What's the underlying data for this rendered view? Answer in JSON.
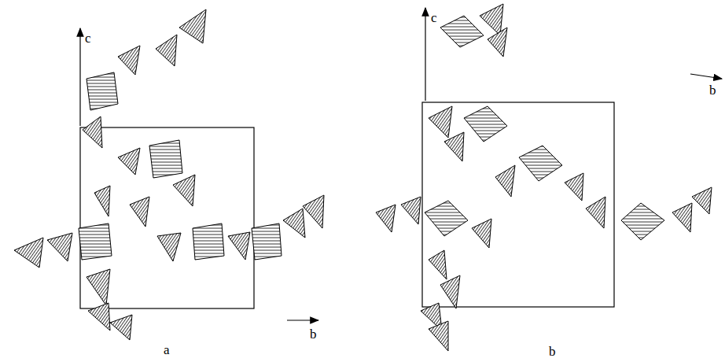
{
  "diagram": {
    "labels": [
      "c",
      "b",
      "a",
      "c",
      "b",
      "b"
    ]
  }
}
